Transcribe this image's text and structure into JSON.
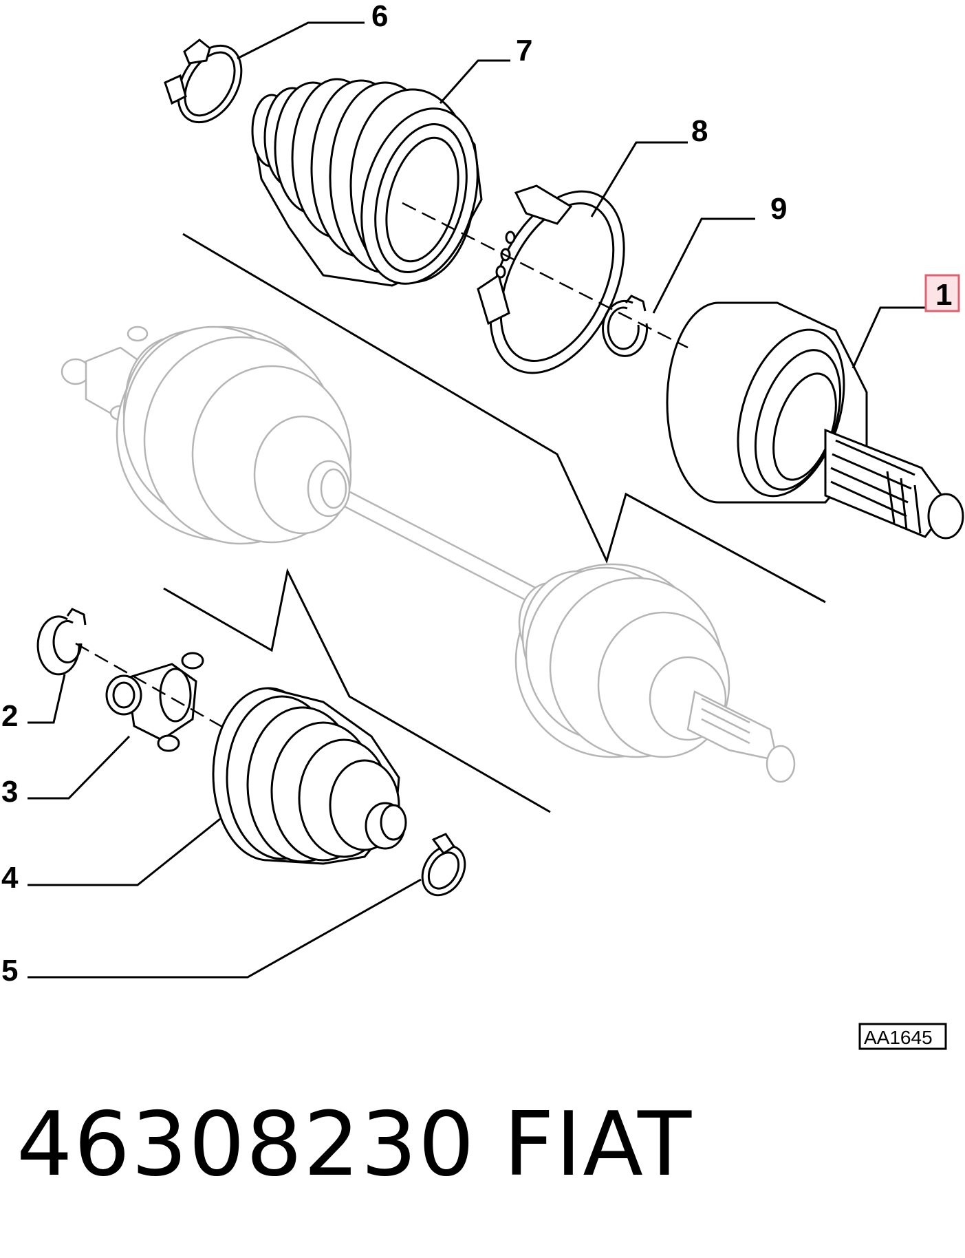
{
  "diagram": {
    "callouts": [
      {
        "id": "1",
        "label": "1",
        "highlighted": true
      },
      {
        "id": "2",
        "label": "2"
      },
      {
        "id": "3",
        "label": "3"
      },
      {
        "id": "4",
        "label": "4"
      },
      {
        "id": "5",
        "label": "5"
      },
      {
        "id": "6",
        "label": "6"
      },
      {
        "id": "7",
        "label": "7"
      },
      {
        "id": "8",
        "label": "8"
      },
      {
        "id": "9",
        "label": "9"
      }
    ],
    "reference_code": "AA1645",
    "colors": {
      "line": "#000000",
      "ghost_line": "#b5b5b5",
      "highlight_border": "#e06070",
      "highlight_fill": "#fbe3e6"
    }
  },
  "footer": {
    "part_number": "46308230",
    "brand": "FIAT"
  }
}
